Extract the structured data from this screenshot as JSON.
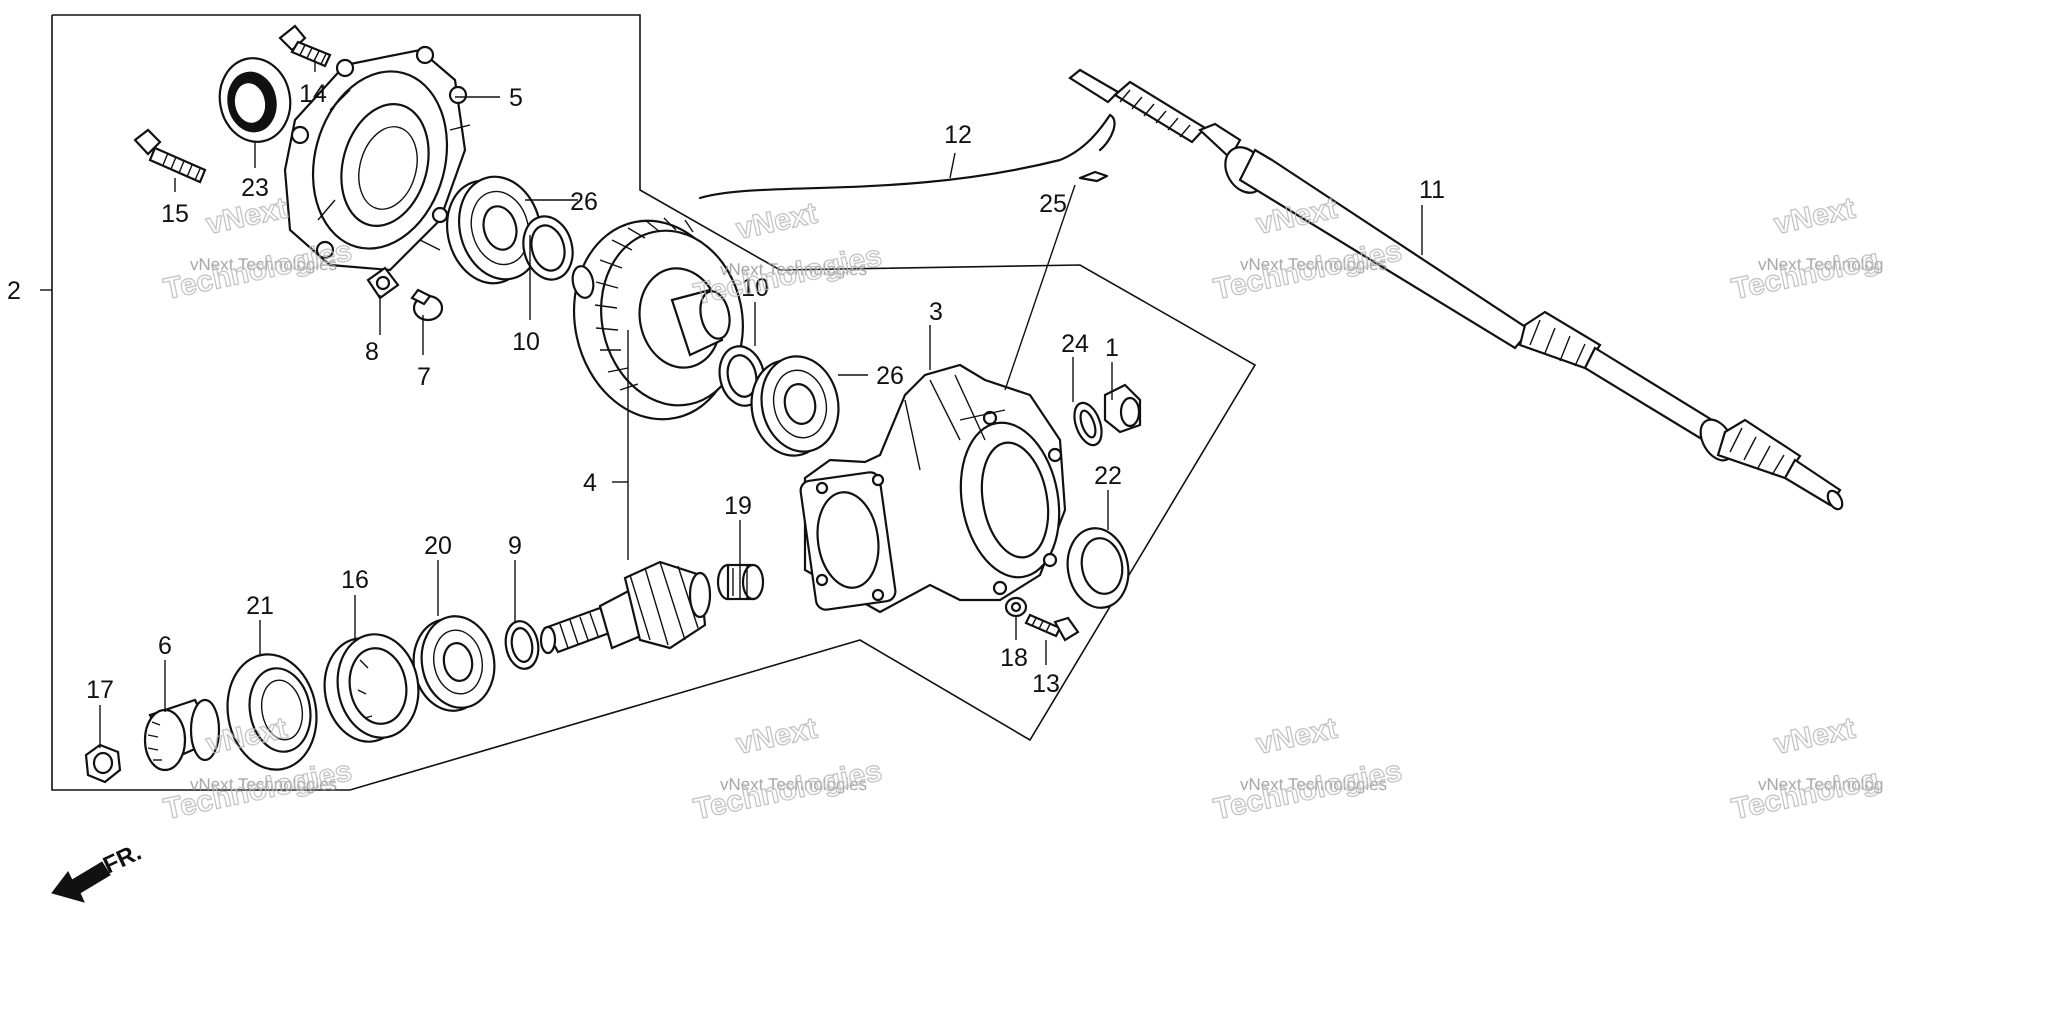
{
  "callouts": [
    {
      "id": "c1",
      "text": "1"
    },
    {
      "id": "c2",
      "text": "2"
    },
    {
      "id": "c3",
      "text": "3"
    },
    {
      "id": "c4",
      "text": "4"
    },
    {
      "id": "c5",
      "text": "5"
    },
    {
      "id": "c6",
      "text": "6"
    },
    {
      "id": "c7",
      "text": "7"
    },
    {
      "id": "c8",
      "text": "8"
    },
    {
      "id": "c9",
      "text": "9"
    },
    {
      "id": "c10a",
      "text": "10"
    },
    {
      "id": "c10b",
      "text": "10"
    },
    {
      "id": "c11",
      "text": "11"
    },
    {
      "id": "c12",
      "text": "12"
    },
    {
      "id": "c13",
      "text": "13"
    },
    {
      "id": "c14",
      "text": "14"
    },
    {
      "id": "c15",
      "text": "15"
    },
    {
      "id": "c16",
      "text": "16"
    },
    {
      "id": "c17",
      "text": "17"
    },
    {
      "id": "c18",
      "text": "18"
    },
    {
      "id": "c19",
      "text": "19"
    },
    {
      "id": "c20",
      "text": "20"
    },
    {
      "id": "c21",
      "text": "21"
    },
    {
      "id": "c22",
      "text": "22"
    },
    {
      "id": "c23",
      "text": "23"
    },
    {
      "id": "c24",
      "text": "24"
    },
    {
      "id": "c25",
      "text": "25"
    },
    {
      "id": "c26a",
      "text": "26"
    },
    {
      "id": "c26b",
      "text": "26"
    }
  ],
  "direction_label": "FR.",
  "watermark": {
    "line1": "vNext",
    "line2": "vNext Technologies",
    "line3": "Technologies",
    "line2_cut": "vNext Technolog",
    "line3_cut": "Technolog"
  },
  "colors": {
    "ink": "#111111",
    "background": "#ffffff",
    "watermark": "#9a9a9a"
  }
}
